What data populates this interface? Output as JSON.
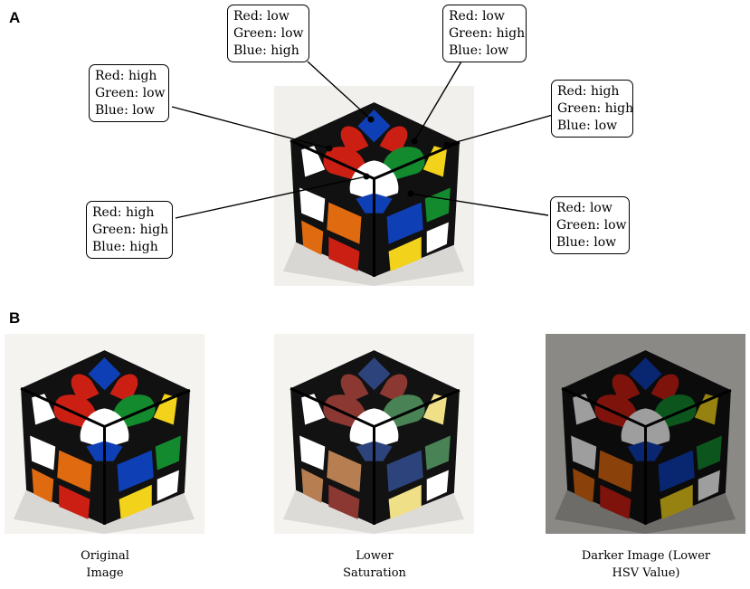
{
  "panels": {
    "a_letter": "A",
    "b_letter": "B"
  },
  "callouts": [
    {
      "red": "Red: low",
      "green": "Green: low",
      "blue": "Blue: high"
    },
    {
      "red": "Red: low",
      "green": "Green: high",
      "blue": "Blue: low"
    },
    {
      "red": "Red: high",
      "green": "Green: low",
      "blue": "Blue: low"
    },
    {
      "red": "Red: high",
      "green": "Green: high",
      "blue": "Blue: low"
    },
    {
      "red": "Red: high",
      "green": "Green: high",
      "blue": "Blue: high"
    },
    {
      "red": "Red: low",
      "green": "Green: low",
      "blue": "Blue: low"
    }
  ],
  "captions": [
    {
      "line1": "Original",
      "line2": "Image"
    },
    {
      "line1": "Lower",
      "line2": "Saturation"
    },
    {
      "line1": "Darker Image (Lower",
      "line2": "HSV Value)"
    }
  ],
  "colors": {
    "red": "#cc1f14",
    "green": "#138a2e",
    "blue": "#0f3fb5",
    "yellow": "#f2d21b",
    "white": "#ffffff",
    "orange": "#e06a10",
    "plastic": "#111111"
  }
}
